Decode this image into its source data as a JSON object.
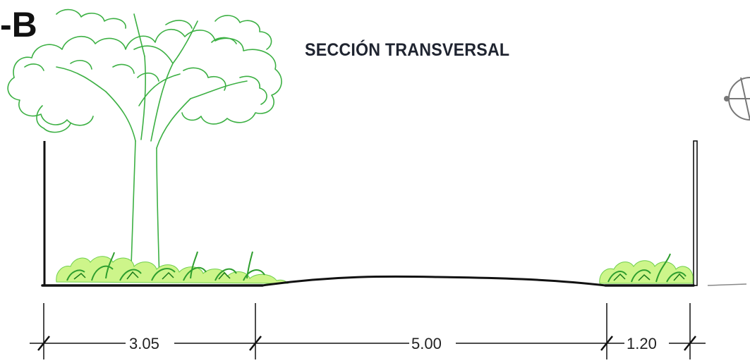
{
  "section_label": "-B",
  "title": "SECCIÓN TRANSVERSAL",
  "dimensions": [
    {
      "value": "3.05",
      "segment": "planting-strip-left"
    },
    {
      "value": "5.00",
      "segment": "roadway"
    },
    {
      "value": "1.20",
      "segment": "planting-strip-right"
    }
  ],
  "colors": {
    "tree_stroke": "#3cb043",
    "shrub_dark": "#2e9e2e",
    "shrub_light": "#cdf58a",
    "line": "#111111"
  },
  "icons": [
    "tree-icon",
    "shrub-icon",
    "north-arrow-icon"
  ]
}
